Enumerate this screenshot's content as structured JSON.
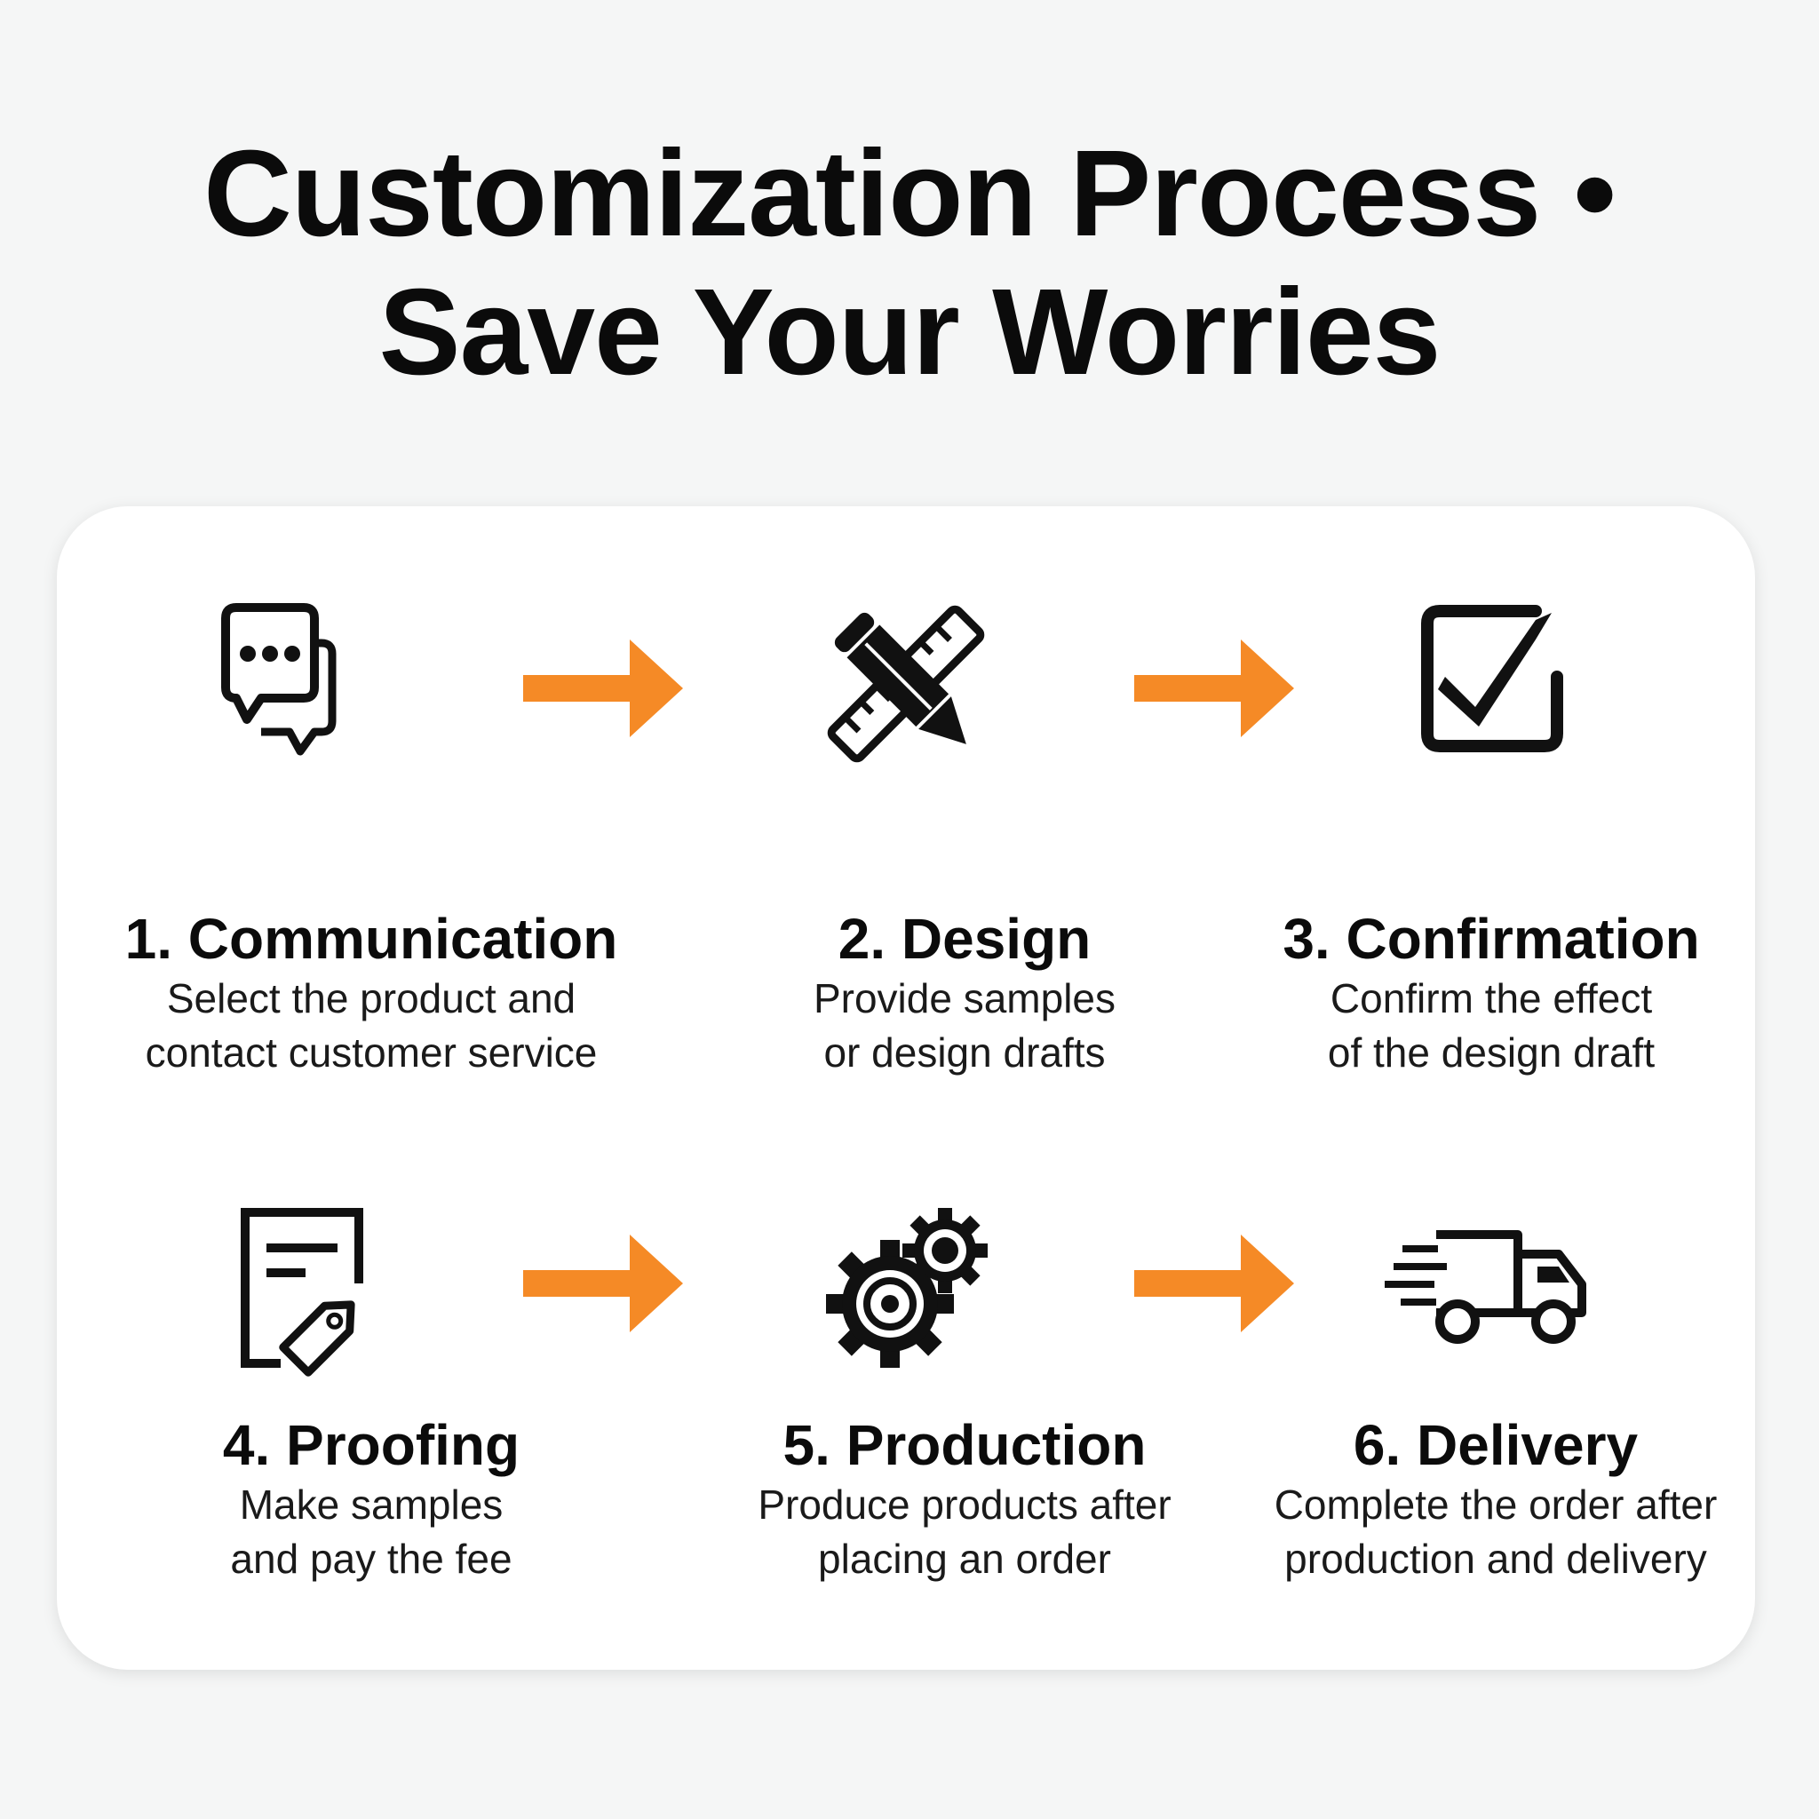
{
  "header": {
    "title_line1": "Customization Process •",
    "title_line2": "Save Your Worries"
  },
  "colors": {
    "accent": "#f58a26",
    "icon": "#111111",
    "card": "#ffffff",
    "background": "#f5f6f6"
  },
  "steps": [
    {
      "title": "1. Communication",
      "desc_line1": "Select the product and",
      "desc_line2": "contact customer service",
      "icon": "chat-bubbles-icon"
    },
    {
      "title": "2. Design",
      "desc_line1": "Provide samples",
      "desc_line2": "or design drafts",
      "icon": "pencil-ruler-icon"
    },
    {
      "title": "3. Confirmation",
      "desc_line1": "Confirm the effect",
      "desc_line2": "of the design draft",
      "icon": "checkbox-icon"
    },
    {
      "title": "4. Proofing",
      "desc_line1": "Make samples",
      "desc_line2": "and pay the fee",
      "icon": "document-tag-icon"
    },
    {
      "title": "5. Production",
      "desc_line1": "Produce products after",
      "desc_line2": "placing an order",
      "icon": "gears-icon"
    },
    {
      "title": "6. Delivery",
      "desc_line1": "Complete the order after",
      "desc_line2": "production and delivery",
      "icon": "delivery-truck-icon"
    }
  ]
}
